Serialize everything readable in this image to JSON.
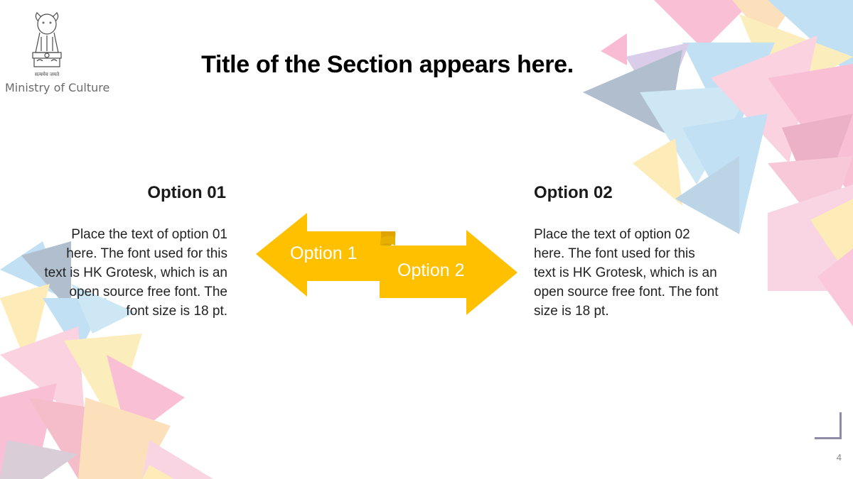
{
  "header": {
    "emblem_icon": "national-emblem-icon",
    "emblem_motto": "सत्यमेव जयते",
    "organization": "Ministry of Culture"
  },
  "title": "Title of the Section appears here.",
  "options": [
    {
      "heading": "Option 01",
      "text": "Place the text of option 01 here. The font used for this text is HK Grotesk, which is an open source free font. The font size is 18 pt."
    },
    {
      "heading": "Option 02",
      "text": "Place the text of option 02 here. The font used for this text is HK Grotesk, which is an open source free font. The font size is 18 pt."
    }
  ],
  "arrows": {
    "left_label": "Option 1",
    "right_label": "Option 2",
    "color": "#ffc000",
    "shade_color": "#e0a400"
  },
  "page_number": "4"
}
